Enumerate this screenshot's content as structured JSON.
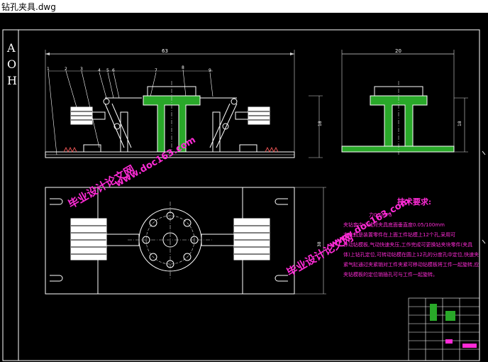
{
  "window": {
    "title": "钻孔夹具.dwg"
  },
  "drawing": {
    "side_letters": [
      "A",
      "O",
      "H"
    ],
    "dimensions": {
      "front_width": "63",
      "side_width": "20",
      "front_height": "18",
      "side_height": "18",
      "plan_height": "38"
    },
    "part_callouts": [
      "1",
      "2",
      "3",
      "4",
      "5",
      "6",
      "7",
      "8",
      "9"
    ],
    "tech_title": "技术要求:",
    "tech_lines": [
      "力0.6MPa",
      "夹钻套中心线对夹具底面垂直度0.05/100mm",
      "本夹具是装置零件在上面工件钻模上12个孔,采用可",
      "移动钻模板,气动快速夹压,工作完成可更换钻夹块零件(夹具",
      "体)上钻孔定位,可转动钻模在圆上12孔的分度孔中定位,快速夹",
      "紧气缸通过夹紧销对工件夹紧可移动钻模板将工件一起旋转,应",
      "夹钻模板的定位销插孔可与工件一起旋转。"
    ],
    "watermarks": [
      "毕业设计论文网",
      "www.doc163.com"
    ]
  },
  "colors": {
    "background": "#000000",
    "lines": "#ffffff",
    "hatch": "#29a829",
    "dim": "#d8d8d8",
    "watermark": "#ff2bd6"
  }
}
